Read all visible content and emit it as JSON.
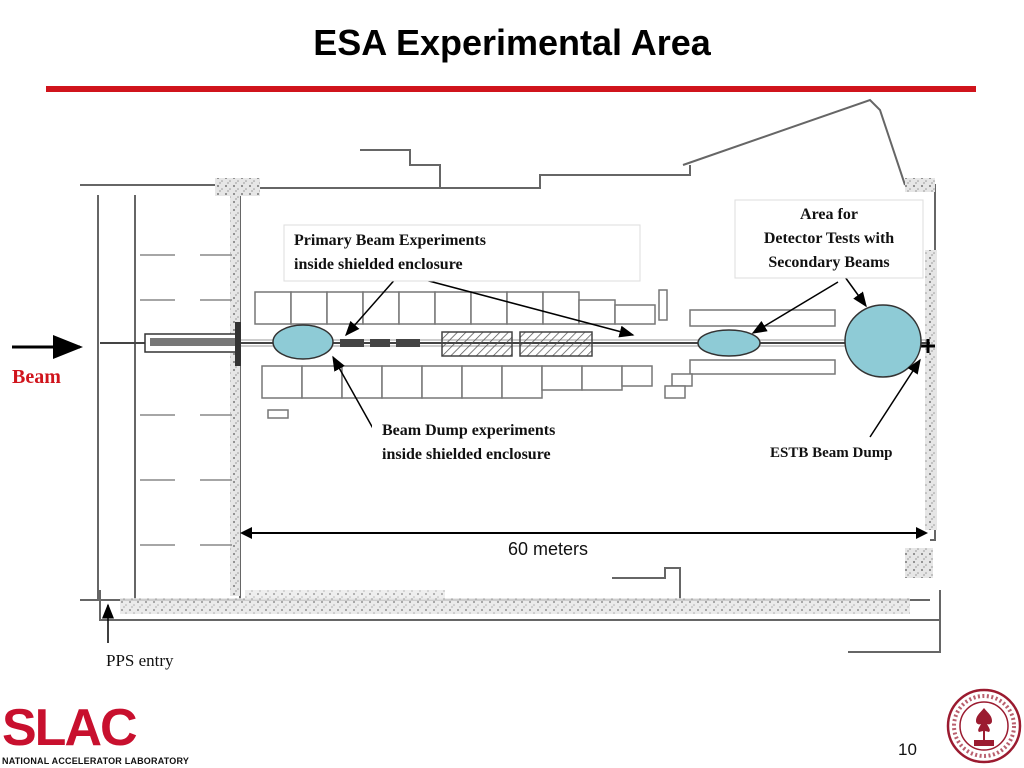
{
  "slide": {
    "title": "ESA Experimental Area",
    "page_number": "10",
    "accent_color": "#d0141c"
  },
  "diagram": {
    "beam_label": "Beam",
    "primary_label_line1": "Primary Beam Experiments",
    "primary_label_line2": "inside shielded enclosure",
    "dump_label_line1": "Beam Dump experiments",
    "dump_label_line2": "inside shielded enclosure",
    "area_label_line1": "Area for",
    "area_label_line2": "Detector Tests with",
    "area_label_line3": "Secondary Beams",
    "estb_label": "ESTB Beam Dump",
    "distance_label": "60 meters",
    "pps_label": "PPS entry",
    "highlight_color": "#8ecbd6"
  },
  "footer": {
    "logo_word": "SLAC",
    "logo_subtitle": "NATIONAL ACCELERATOR LABORATORY",
    "seal_text": "LELAND STANFORD JUNIOR UNIVERSITY",
    "seal_year": "1891"
  }
}
